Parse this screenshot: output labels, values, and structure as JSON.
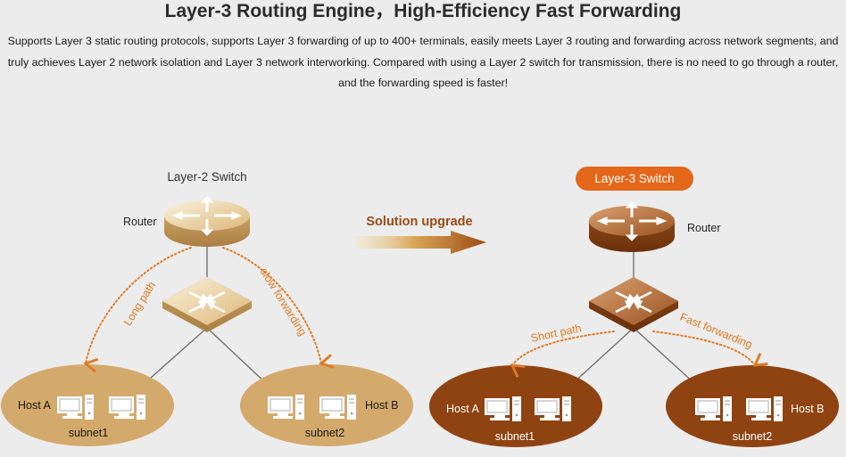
{
  "title": "Layer-3 Routing Engine，High-Efficiency Fast Forwarding",
  "description": "Supports Layer 3 static routing protocols, supports Layer 3 forwarding of up to 400+ terminals, easily meets Layer 3 routing and forwarding across network segments, and truly achieves Layer 2 network isolation and Layer 3 network interworking. Compared with using a Layer 2 switch for transmission, there is no need to go through a router, and the forwarding speed is faster!",
  "left": {
    "label": "Layer-2 Switch",
    "router_label": "Router",
    "path_left_label": "Long path",
    "path_right_label": "slow forwarding",
    "host_a_label": "Host A",
    "host_b_label": "Host B",
    "subnet1_label": "subnet1",
    "subnet2_label": "subnet2"
  },
  "middle": {
    "upgrade_label": "Solution upgrade"
  },
  "right": {
    "label": "Layer-3 Switch",
    "router_label": "Router",
    "path_left_label": "Short path",
    "path_right_label": "Fast forwarding",
    "host_a_label": "Host A",
    "host_b_label": "Host B",
    "subnet1_label": "subnet1",
    "subnet2_label": "subnet2"
  },
  "colors": {
    "accent_orange": "#e4671a",
    "path_orange": "#e07a24",
    "light_subnet": "#d4aa6c",
    "dark_subnet": "#8f4311",
    "light_device": "#e6cb98",
    "dark_device": "#b3672e"
  }
}
